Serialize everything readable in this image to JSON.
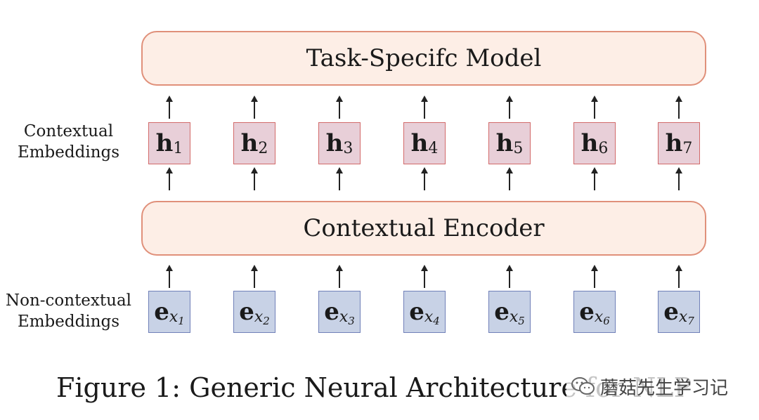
{
  "task_model": {
    "label": "Task-Specifc Model"
  },
  "encoder": {
    "label": "Contextual Encoder"
  },
  "contextual_label": [
    "Contextual",
    "Embeddings"
  ],
  "noncontextual_label": [
    "Non-contextual",
    "Embeddings"
  ],
  "h_tokens": [
    {
      "base": "h",
      "sub": "1"
    },
    {
      "base": "h",
      "sub": "2"
    },
    {
      "base": "h",
      "sub": "3"
    },
    {
      "base": "h",
      "sub": "4"
    },
    {
      "base": "h",
      "sub": "5"
    },
    {
      "base": "h",
      "sub": "6"
    },
    {
      "base": "h",
      "sub": "7"
    }
  ],
  "e_tokens": [
    {
      "base": "e",
      "sub": "x",
      "subsub": "1"
    },
    {
      "base": "e",
      "sub": "x",
      "subsub": "2"
    },
    {
      "base": "e",
      "sub": "x",
      "subsub": "3"
    },
    {
      "base": "e",
      "sub": "x",
      "subsub": "4"
    },
    {
      "base": "e",
      "sub": "x",
      "subsub": "5"
    },
    {
      "base": "e",
      "sub": "x",
      "subsub": "6"
    },
    {
      "base": "e",
      "sub": "x",
      "subsub": "7"
    }
  ],
  "caption": "Figure 1: Generic Neural Architecture for NLP",
  "watermark": {
    "text": "蘑菇先生学习记",
    "icon": "wechat-icon"
  },
  "colors": {
    "model_fill": "#fdeee6",
    "model_border": "#e0907a",
    "h_fill": "#e8cfd8",
    "e_fill": "#c8d2e6"
  }
}
